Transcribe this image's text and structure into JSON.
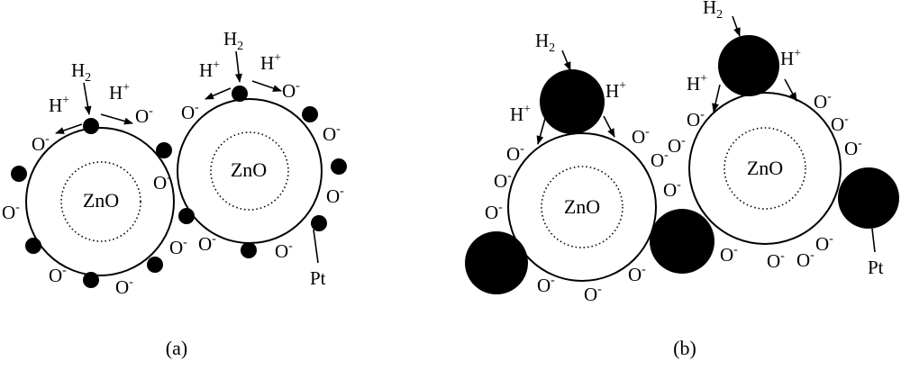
{
  "panel_a": {
    "caption": "(a)",
    "grain_label": "ZnO",
    "h2_label": "H",
    "h2_subscript": "2",
    "proton_label": "H",
    "proton_charge": "+",
    "oxygen_label": "O",
    "oxygen_charge": "-",
    "catalyst_label": "Pt"
  },
  "panel_b": {
    "caption": "(b)",
    "grain_label": "ZnO",
    "h2_label": "H",
    "h2_subscript": "2",
    "proton_label": "H",
    "proton_charge": "+",
    "oxygen_label": "O",
    "oxygen_charge": "-",
    "catalyst_label": "Pt"
  }
}
